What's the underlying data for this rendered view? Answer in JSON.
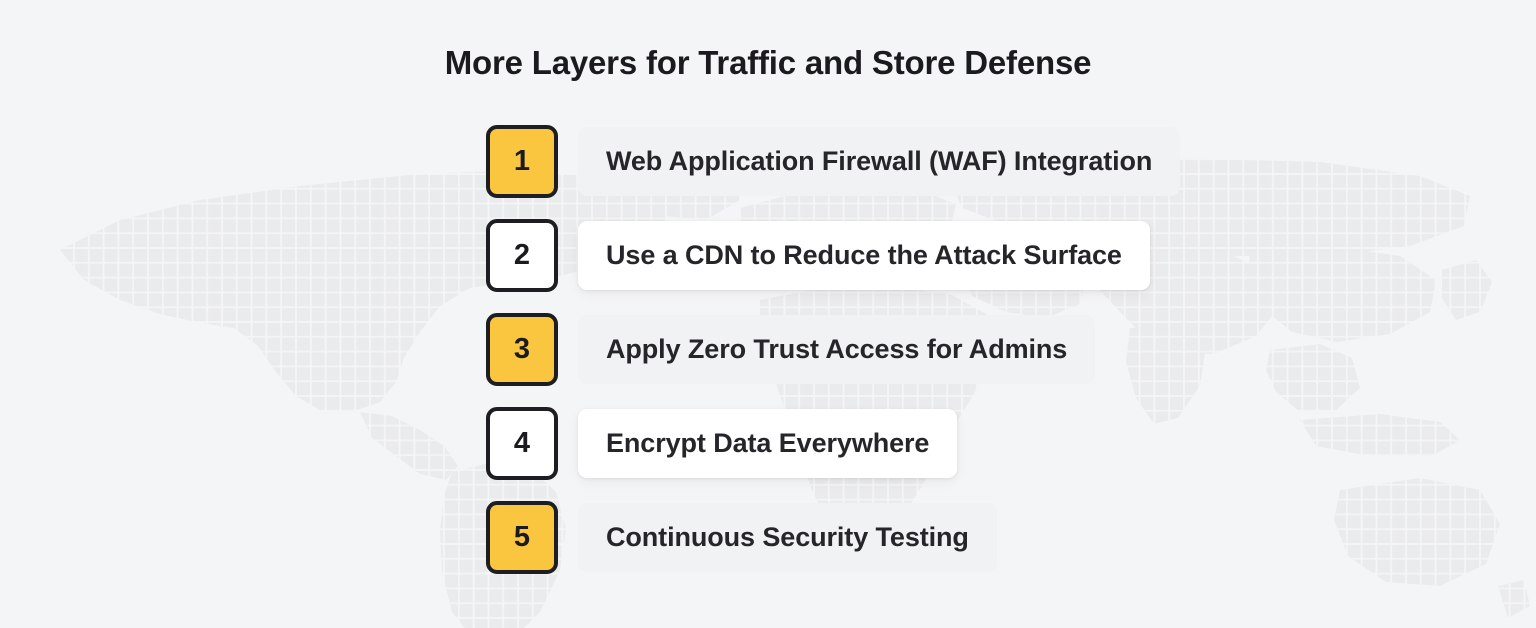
{
  "page": {
    "title": "More Layers for Traffic and Store Defense",
    "background_color": "#f4f5f6"
  },
  "theme": {
    "accent_color": "#fbc63f",
    "badge_border_color": "#1e1e22",
    "text_color": "#26262a",
    "pill_gray": "#f1f2f3",
    "pill_white": "#ffffff",
    "map_dot_color": "#eaebec"
  },
  "background": {
    "graphic": "dotted-world-map"
  },
  "list": {
    "items": [
      {
        "number": "1",
        "label": "Web Application Firewall (WAF) Integration",
        "style": "accent"
      },
      {
        "number": "2",
        "label": "Use a CDN to Reduce the Attack Surface",
        "style": "plain"
      },
      {
        "number": "3",
        "label": "Apply Zero Trust Access for Admins",
        "style": "accent"
      },
      {
        "number": "4",
        "label": "Encrypt Data Everywhere",
        "style": "plain"
      },
      {
        "number": "5",
        "label": "Continuous Security Testing",
        "style": "accent"
      }
    ]
  }
}
